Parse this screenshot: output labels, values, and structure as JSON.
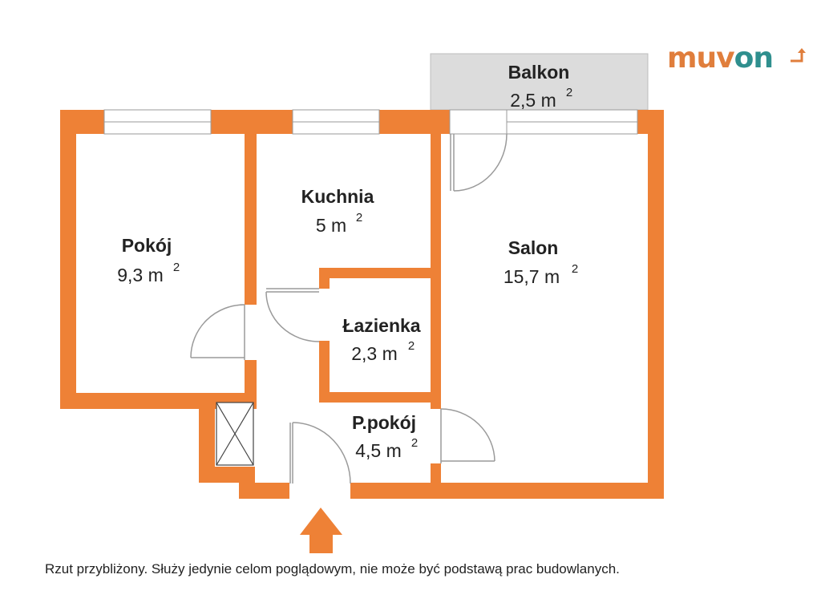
{
  "brand": {
    "part1": "muv",
    "part2": "on"
  },
  "rooms": {
    "balkon": {
      "name": "Balkon",
      "area": "2,5 m",
      "unit_exp": "2"
    },
    "kuchnia": {
      "name": "Kuchnia",
      "area": "5 m",
      "unit_exp": "2"
    },
    "pokoj": {
      "name": "Pokój",
      "area": "9,3 m",
      "unit_exp": "2"
    },
    "salon": {
      "name": "Salon",
      "area": "15,7 m",
      "unit_exp": "2"
    },
    "lazienka": {
      "name": "Łazienka",
      "area": "2,3 m",
      "unit_exp": "2"
    },
    "przedpokoj": {
      "name": "P.pokój",
      "area": "4,5 m",
      "unit_exp": "2"
    }
  },
  "footnote": "Rzut przybliżony. Służy jedynie celom poglądowym, nie może być podstawą prac budowlanych.",
  "colors": {
    "wall": "#ee8136",
    "balcony": "#dcdcdc",
    "logo_orange": "#e07e3c",
    "logo_teal": "#2f8f8e",
    "door_line": "#9a9a9a"
  }
}
